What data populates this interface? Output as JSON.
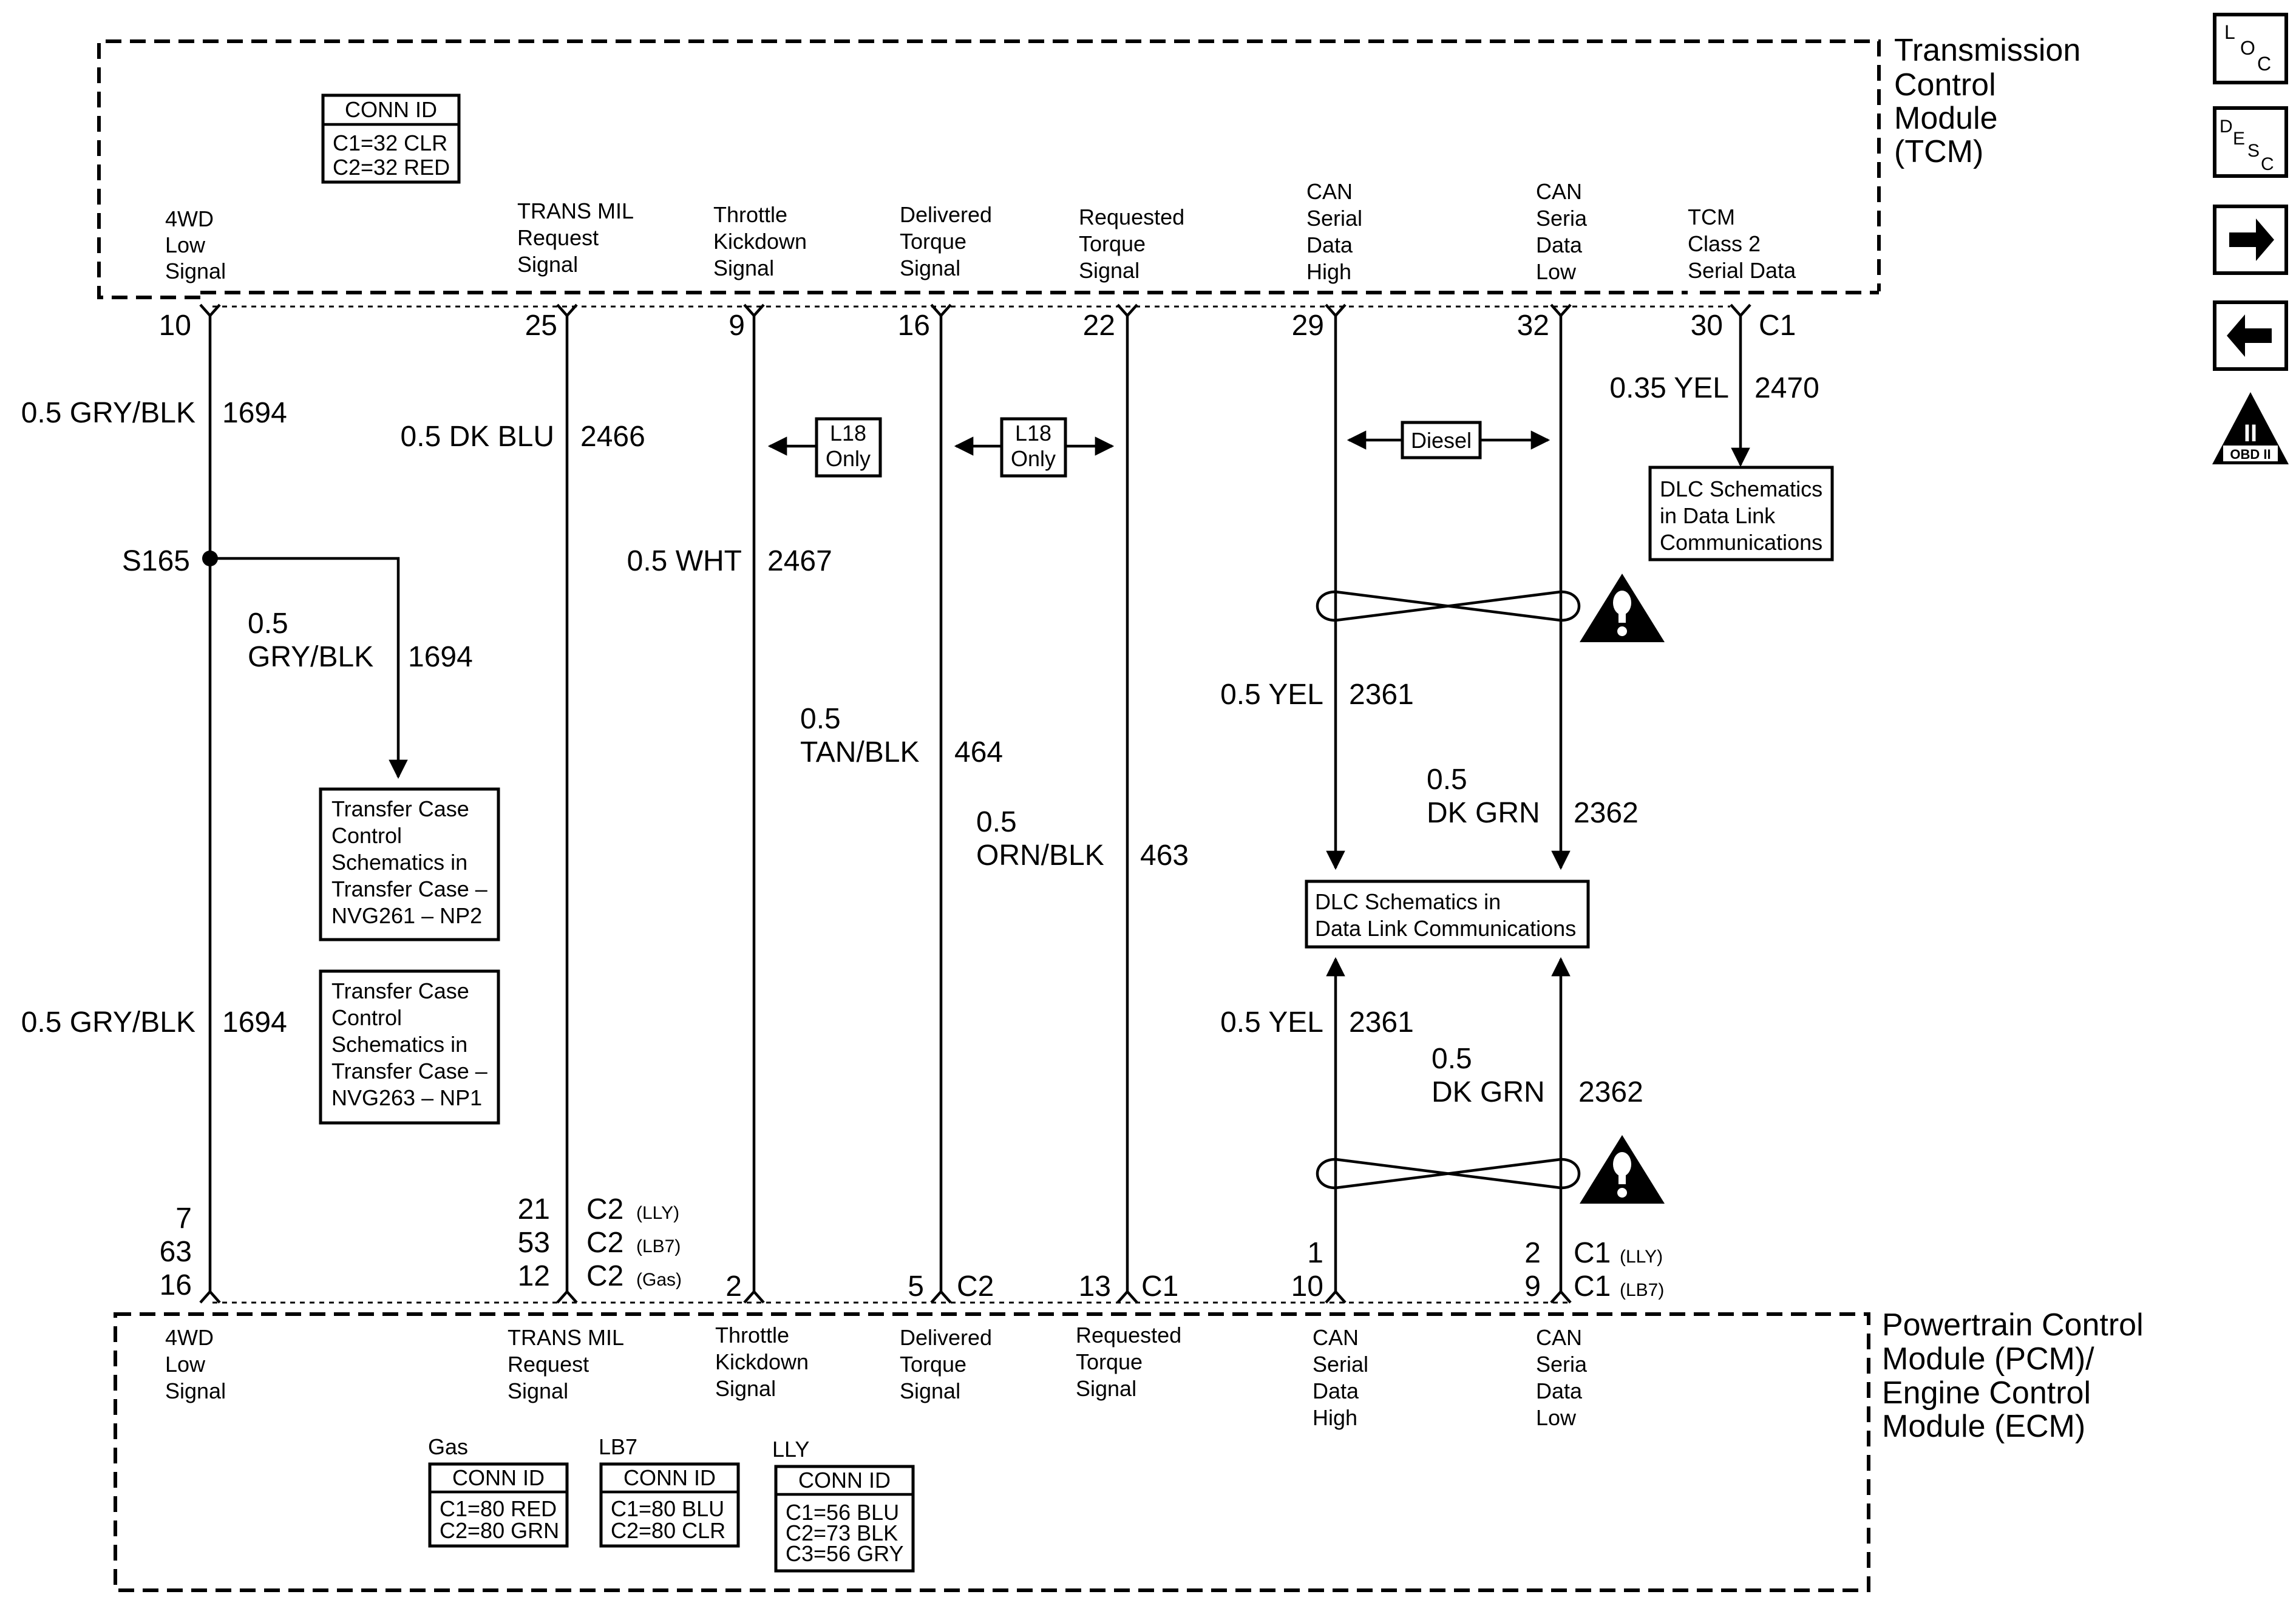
{
  "tcm": {
    "title": [
      "Transmission",
      "Control",
      "Module",
      "(TCM)"
    ],
    "conn_id": {
      "header": "CONN ID",
      "lines": [
        "C1=32 CLR",
        "C2=32 RED"
      ]
    },
    "signals": [
      [
        "4WD",
        "Low",
        "Signal"
      ],
      [
        "TRANS MIL",
        "Request",
        "Signal"
      ],
      [
        "Throttle",
        "Kickdown",
        "Signal"
      ],
      [
        "Delivered",
        "Torque",
        "Signal"
      ],
      [
        "Requested",
        "Torque",
        "Signal"
      ],
      [
        "CAN",
        "Serial",
        "Data",
        "High"
      ],
      [
        "CAN",
        "Seria",
        "Data",
        "Low"
      ],
      [
        "TCM",
        "Class 2",
        "Serial Data"
      ]
    ],
    "pins": [
      "10",
      "25",
      "9",
      "16",
      "22",
      "29",
      "32",
      "30"
    ],
    "connector": "C1"
  },
  "wires": {
    "w1_top": {
      "gauge": "0.5 GRY/BLK",
      "circuit": "1694"
    },
    "splice": "S165",
    "w1_branch": {
      "gauge": [
        "0.5",
        "GRY/BLK"
      ],
      "circuit": "1694"
    },
    "w1_bottom": {
      "gauge": "0.5 GRY/BLK",
      "circuit": "1694"
    },
    "w2": {
      "gauge": "0.5 DK BLU",
      "circuit": "2466"
    },
    "w3": {
      "gauge": "0.5 WHT",
      "circuit": "2467"
    },
    "w4": {
      "gauge": [
        "0.5",
        "TAN/BLK"
      ],
      "circuit": "464"
    },
    "w5": {
      "gauge": [
        "0.5",
        "ORN/BLK"
      ],
      "circuit": "463"
    },
    "w6_top": {
      "gauge": "0.5 YEL",
      "circuit": "2361"
    },
    "w7_top": {
      "gauge": [
        "0.5",
        "DK GRN"
      ],
      "circuit": "2362"
    },
    "w6_bottom": {
      "gauge": "0.5 YEL",
      "circuit": "2361"
    },
    "w7_bottom": {
      "gauge": [
        "0.5",
        "DK GRN"
      ],
      "circuit": "2362"
    },
    "w8": {
      "gauge": "0.35 YEL",
      "circuit": "2470"
    }
  },
  "option_tags": {
    "l18_a": [
      "L18",
      "Only"
    ],
    "l18_b": [
      "L18",
      "Only"
    ],
    "diesel": "Diesel"
  },
  "ref_boxes": {
    "dlc_tcm": [
      "DLC Schematics",
      "in Data Link",
      "Communications"
    ],
    "transfer_np2": [
      "Transfer Case",
      "Control",
      "Schematics in",
      "Transfer Case –",
      "NVG261 – NP2"
    ],
    "transfer_np1": [
      "Transfer Case",
      "Control",
      "Schematics in",
      "Transfer Case –",
      "NVG263 – NP1"
    ],
    "dlc_can": [
      "DLC Schematics in",
      "Data Link Communications"
    ]
  },
  "pcm": {
    "title": [
      "Powertrain Control",
      "Module (PCM)/",
      "Engine Control",
      "Module (ECM)"
    ],
    "signals": [
      [
        "4WD",
        "Low",
        "Signal"
      ],
      [
        "TRANS MIL",
        "Request",
        "Signal"
      ],
      [
        "Throttle",
        "Kickdown",
        "Signal"
      ],
      [
        "Delivered",
        "Torque",
        "Signal"
      ],
      [
        "Requested",
        "Torque",
        "Signal"
      ],
      [
        "CAN",
        "Serial",
        "Data",
        "High"
      ],
      [
        "CAN",
        "Seria",
        "Data",
        "Low"
      ]
    ],
    "pins_4wd": [
      "7",
      "63",
      "16"
    ],
    "pins_transmil": [
      "21",
      "53",
      "12"
    ],
    "conn_transmil": [
      {
        "conn": "C2",
        "engine": "(LLY)"
      },
      {
        "conn": "C2",
        "engine": "(LB7)"
      },
      {
        "conn": "C2",
        "engine": "(Gas)"
      }
    ],
    "pin_throttle": "2",
    "pin_delivered": "5",
    "conn_delivered": "C2",
    "pin_requested": "13",
    "conn_requested": "C1",
    "pins_can_high": [
      "1",
      "10"
    ],
    "pins_can_low": [
      "2",
      "9"
    ],
    "conn_can": [
      {
        "conn": "C1",
        "engine": "(LLY)"
      },
      {
        "conn": "C1",
        "engine": "(LB7)"
      }
    ],
    "conn_ids": [
      {
        "label": "Gas",
        "header": "CONN ID",
        "lines": [
          "C1=80 RED",
          "C2=80 GRN"
        ]
      },
      {
        "label": "LB7",
        "header": "CONN ID",
        "lines": [
          "C1=80 BLU",
          "C2=80 CLR"
        ]
      },
      {
        "label": "LLY",
        "header": "CONN ID",
        "lines": [
          "C1=56 BLU",
          "C2=73 BLK",
          "C3=56 GRY"
        ]
      }
    ]
  },
  "nav": {
    "loc": [
      "L",
      "O",
      "C"
    ],
    "desc": [
      "D",
      "E",
      "S",
      "C"
    ],
    "obd": {
      "numeral": "II",
      "text": "OBD II"
    }
  }
}
